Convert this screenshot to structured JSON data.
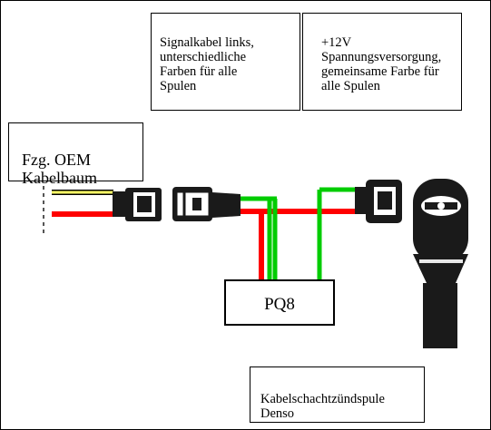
{
  "labels": {
    "signal_cable": "Signalkabel links,\nunterschiedliche\nFarben für alle\nSpulen",
    "power_supply": "+12V\nSpannungsversorgung,\ngemeinsame Farbe für\nalle Spulen",
    "oem_harness": "Fzg. OEM\nKabelbaum",
    "module": "PQ8",
    "coil": "Kabelschachtzündspule\nDenso"
  },
  "colors": {
    "wire_red": "#ff0000",
    "wire_green": "#00cc00",
    "wire_yellow": "#ffff66",
    "wire_black": "#000000",
    "connector": "#1a1a1a",
    "coil_body": "#1a1a1a"
  }
}
